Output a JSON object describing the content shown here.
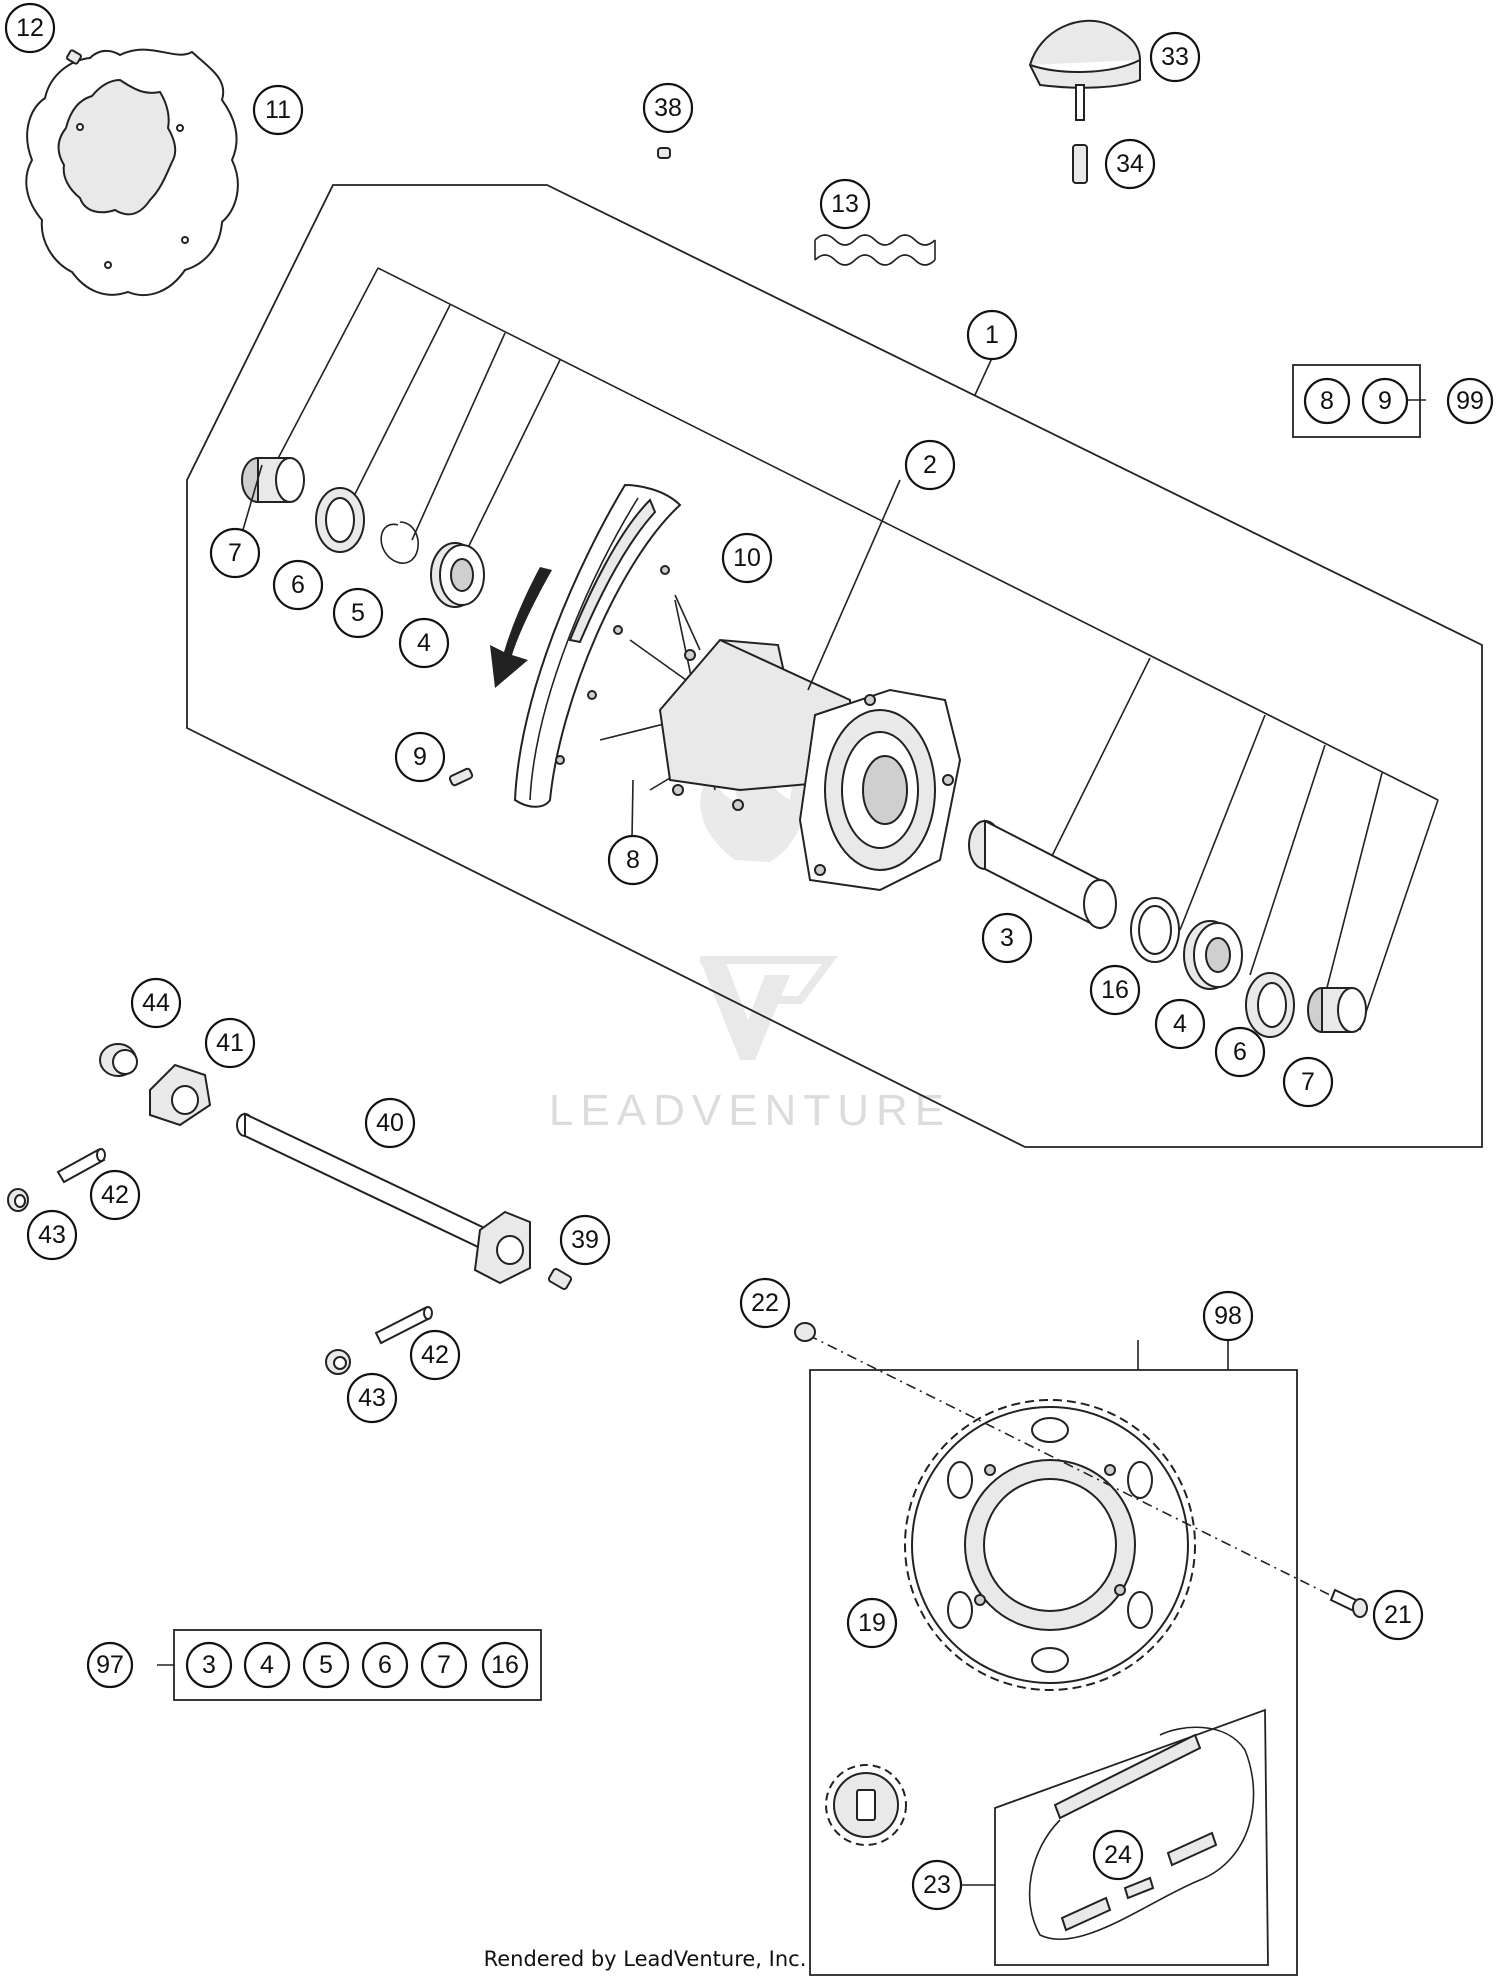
{
  "callouts": {
    "c1": "1",
    "c2": "2",
    "c3": "3",
    "c4a": "4",
    "c4b": "4",
    "c5": "5",
    "c6a": "6",
    "c6b": "6",
    "c7a": "7",
    "c7b": "7",
    "c8": "8",
    "c9": "9",
    "c10": "10",
    "c11": "11",
    "c12": "12",
    "c13": "13",
    "c16": "16",
    "c19": "19",
    "c21": "21",
    "c22": "22",
    "c23": "23",
    "c24": "24",
    "c33": "33",
    "c34": "34",
    "c38": "38",
    "c39": "39",
    "c40": "40",
    "c41": "41",
    "c42a": "42",
    "c42b": "42",
    "c43a": "43",
    "c43b": "43",
    "c44": "44",
    "c98": "98"
  },
  "kits": {
    "k99": {
      "label": "99",
      "items": [
        "8",
        "9"
      ]
    },
    "k97": {
      "label": "97",
      "items": [
        "3",
        "4",
        "5",
        "6",
        "7",
        "16"
      ]
    }
  },
  "watermark": {
    "text": "LEADVENTURE"
  },
  "footer": {
    "text": "Rendered by LeadVenture, Inc."
  }
}
